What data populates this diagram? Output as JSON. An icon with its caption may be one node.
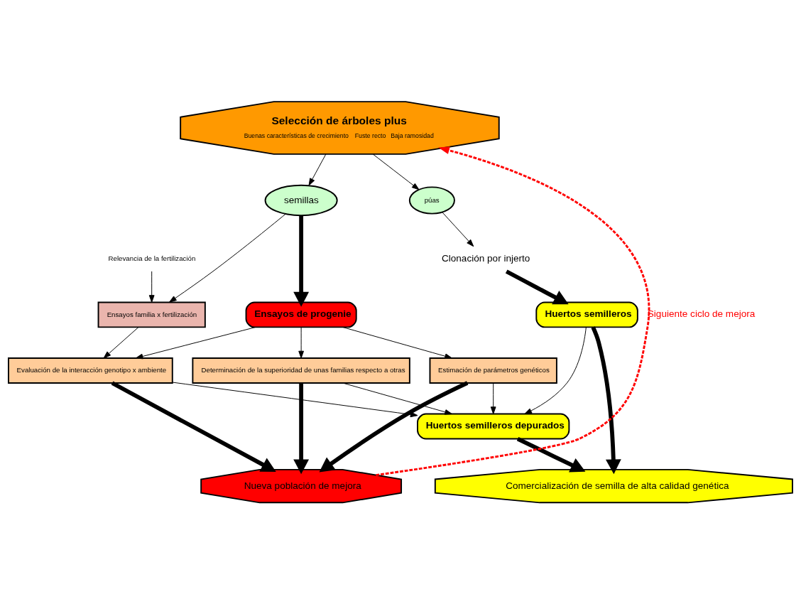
{
  "diagram": {
    "nodes": [
      {
        "text": [
          "Selección de árboles plus",
          "Buenas características de crecimiento",
          "Fuste recto",
          "Baja ramosidad"
        ]
      },
      {
        "text": [
          "púas"
        ]
      },
      {
        "text": [
          "semillas"
        ]
      },
      {
        "text": [
          "Clonación por injerto"
        ]
      },
      {
        "text": [
          "Huertos semilleros"
        ]
      },
      {
        "text": [
          "Ensayos de progenie"
        ]
      },
      {
        "text": [
          "Relevancia de la fertilización"
        ]
      },
      {
        "text": [
          "Ensayos familia x fertilización"
        ]
      },
      {
        "text": [
          "Estimación de parámetros genéticos"
        ]
      },
      {
        "text": [
          "Determinación de la superioridad de unas familias respecto a otras"
        ]
      },
      {
        "text": [
          "Evaluación de la interacción genotipo x ambiente"
        ]
      },
      {
        "text": [
          "Huertos semilleros depurados"
        ]
      },
      {
        "text": [
          "Comercialización de semilla de alta calidad genética"
        ]
      },
      {
        "text": [
          "Nueva población de mejora"
        ]
      }
    ],
    "edges": [
      {
        "from": 0,
        "to": 1,
        "arrow": "to"
      },
      {
        "from": 0,
        "to": 2,
        "arrow": "to"
      },
      {
        "from": 1,
        "to": 3,
        "arrow": "to"
      },
      {
        "from": 3,
        "to": 4,
        "arrow": "to",
        "style": "thick"
      },
      {
        "from": 2,
        "to": 5,
        "arrow": "to",
        "style": "thick"
      },
      {
        "from": 2,
        "to": 7,
        "arrow": "to"
      },
      {
        "from": 6,
        "to": 7,
        "arrow": "to"
      },
      {
        "from": 5,
        "to": 8,
        "arrow": "to"
      },
      {
        "from": 5,
        "to": 9,
        "arrow": "to"
      },
      {
        "from": 5,
        "to": 10,
        "arrow": "to"
      },
      {
        "from": 7,
        "to": 10,
        "arrow": "to"
      },
      {
        "from": 4,
        "to": 11,
        "arrow": "to"
      },
      {
        "from": 8,
        "to": 11,
        "arrow": "to"
      },
      {
        "from": 9,
        "to": 11,
        "arrow": "to"
      },
      {
        "from": 10,
        "to": 11,
        "arrow": "to"
      },
      {
        "from": 4,
        "to": 12,
        "arrow": "to",
        "style": "thick"
      },
      {
        "from": 11,
        "to": 12,
        "arrow": "to",
        "style": "thick"
      },
      {
        "from": 8,
        "to": 13,
        "arrow": "to",
        "style": "thick"
      },
      {
        "from": 9,
        "to": 13,
        "arrow": "to",
        "style": "thick"
      },
      {
        "from": 10,
        "to": 13,
        "arrow": "to",
        "style": "thick"
      },
      {
        "from": 13,
        "to": 0,
        "label": "Siguiente ciclo de mejora",
        "arrow": "to",
        "style": "dashed",
        "color": "#ff0000"
      }
    ]
  }
}
